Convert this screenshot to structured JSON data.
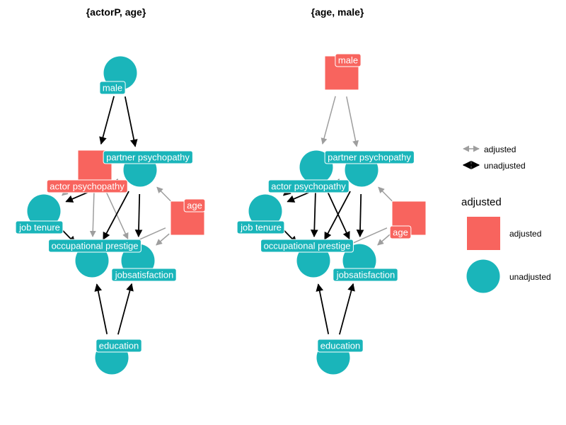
{
  "colors": {
    "adjusted": "#F8645E",
    "unadjusted": "#1AB5BA",
    "edge_adjusted": "#9E9E9E",
    "edge_unadjusted": "#000000",
    "label_text": "#FFFFFF"
  },
  "node_names": {
    "male": "male",
    "partner": "partner psychopathy",
    "actor": "actor psychopathy",
    "age": "age",
    "tenure": "job tenure",
    "prestige": "occupational prestige",
    "satisfaction": "jobsatisfaction",
    "education": "education"
  },
  "panels": [
    {
      "title": "{actorP, age}",
      "nodes": {
        "male": "unadjusted",
        "partner": "unadjusted",
        "actor": "adjusted",
        "age": "adjusted",
        "tenure": "unadjusted",
        "prestige": "unadjusted",
        "satisfaction": "unadjusted",
        "education": "unadjusted"
      },
      "edges": [
        {
          "from": "male",
          "to": "actor",
          "status": "unadjusted"
        },
        {
          "from": "male",
          "to": "partner",
          "status": "unadjusted"
        },
        {
          "from": "actor",
          "to": "tenure",
          "status": "adjusted"
        },
        {
          "from": "actor",
          "to": "prestige",
          "status": "adjusted"
        },
        {
          "from": "actor",
          "to": "satisfaction",
          "status": "adjusted"
        },
        {
          "from": "partner",
          "to": "tenure",
          "status": "unadjusted"
        },
        {
          "from": "partner",
          "to": "prestige",
          "status": "unadjusted"
        },
        {
          "from": "partner",
          "to": "satisfaction",
          "status": "unadjusted"
        },
        {
          "from": "age",
          "to": "partner",
          "status": "adjusted"
        },
        {
          "from": "age",
          "to": "prestige",
          "status": "adjusted"
        },
        {
          "from": "age",
          "to": "satisfaction",
          "status": "adjusted"
        },
        {
          "from": "tenure",
          "to": "prestige",
          "status": "unadjusted"
        },
        {
          "from": "education",
          "to": "prestige",
          "status": "unadjusted"
        },
        {
          "from": "education",
          "to": "satisfaction",
          "status": "unadjusted"
        }
      ]
    },
    {
      "title": "{age, male}",
      "nodes": {
        "male": "adjusted",
        "partner": "unadjusted",
        "actor": "unadjusted",
        "age": "adjusted",
        "tenure": "unadjusted",
        "prestige": "unadjusted",
        "satisfaction": "unadjusted",
        "education": "unadjusted"
      },
      "edges": [
        {
          "from": "male",
          "to": "actor",
          "status": "adjusted"
        },
        {
          "from": "male",
          "to": "partner",
          "status": "adjusted"
        },
        {
          "from": "actor",
          "to": "tenure",
          "status": "unadjusted"
        },
        {
          "from": "actor",
          "to": "prestige",
          "status": "unadjusted"
        },
        {
          "from": "actor",
          "to": "satisfaction",
          "status": "unadjusted"
        },
        {
          "from": "partner",
          "to": "tenure",
          "status": "unadjusted"
        },
        {
          "from": "partner",
          "to": "prestige",
          "status": "unadjusted"
        },
        {
          "from": "partner",
          "to": "satisfaction",
          "status": "unadjusted"
        },
        {
          "from": "age",
          "to": "partner",
          "status": "adjusted"
        },
        {
          "from": "age",
          "to": "prestige",
          "status": "adjusted"
        },
        {
          "from": "age",
          "to": "satisfaction",
          "status": "adjusted"
        },
        {
          "from": "tenure",
          "to": "prestige",
          "status": "unadjusted"
        },
        {
          "from": "education",
          "to": "prestige",
          "status": "unadjusted"
        },
        {
          "from": "education",
          "to": "satisfaction",
          "status": "unadjusted"
        }
      ]
    }
  ],
  "legend": {
    "edge_keys": [
      {
        "label": "adjusted",
        "status": "adjusted"
      },
      {
        "label": "unadjusted",
        "status": "unadjusted"
      }
    ],
    "node_title": "adjusted",
    "node_keys": [
      {
        "label": "adjusted",
        "status": "adjusted"
      },
      {
        "label": "unadjusted",
        "status": "unadjusted"
      }
    ]
  }
}
